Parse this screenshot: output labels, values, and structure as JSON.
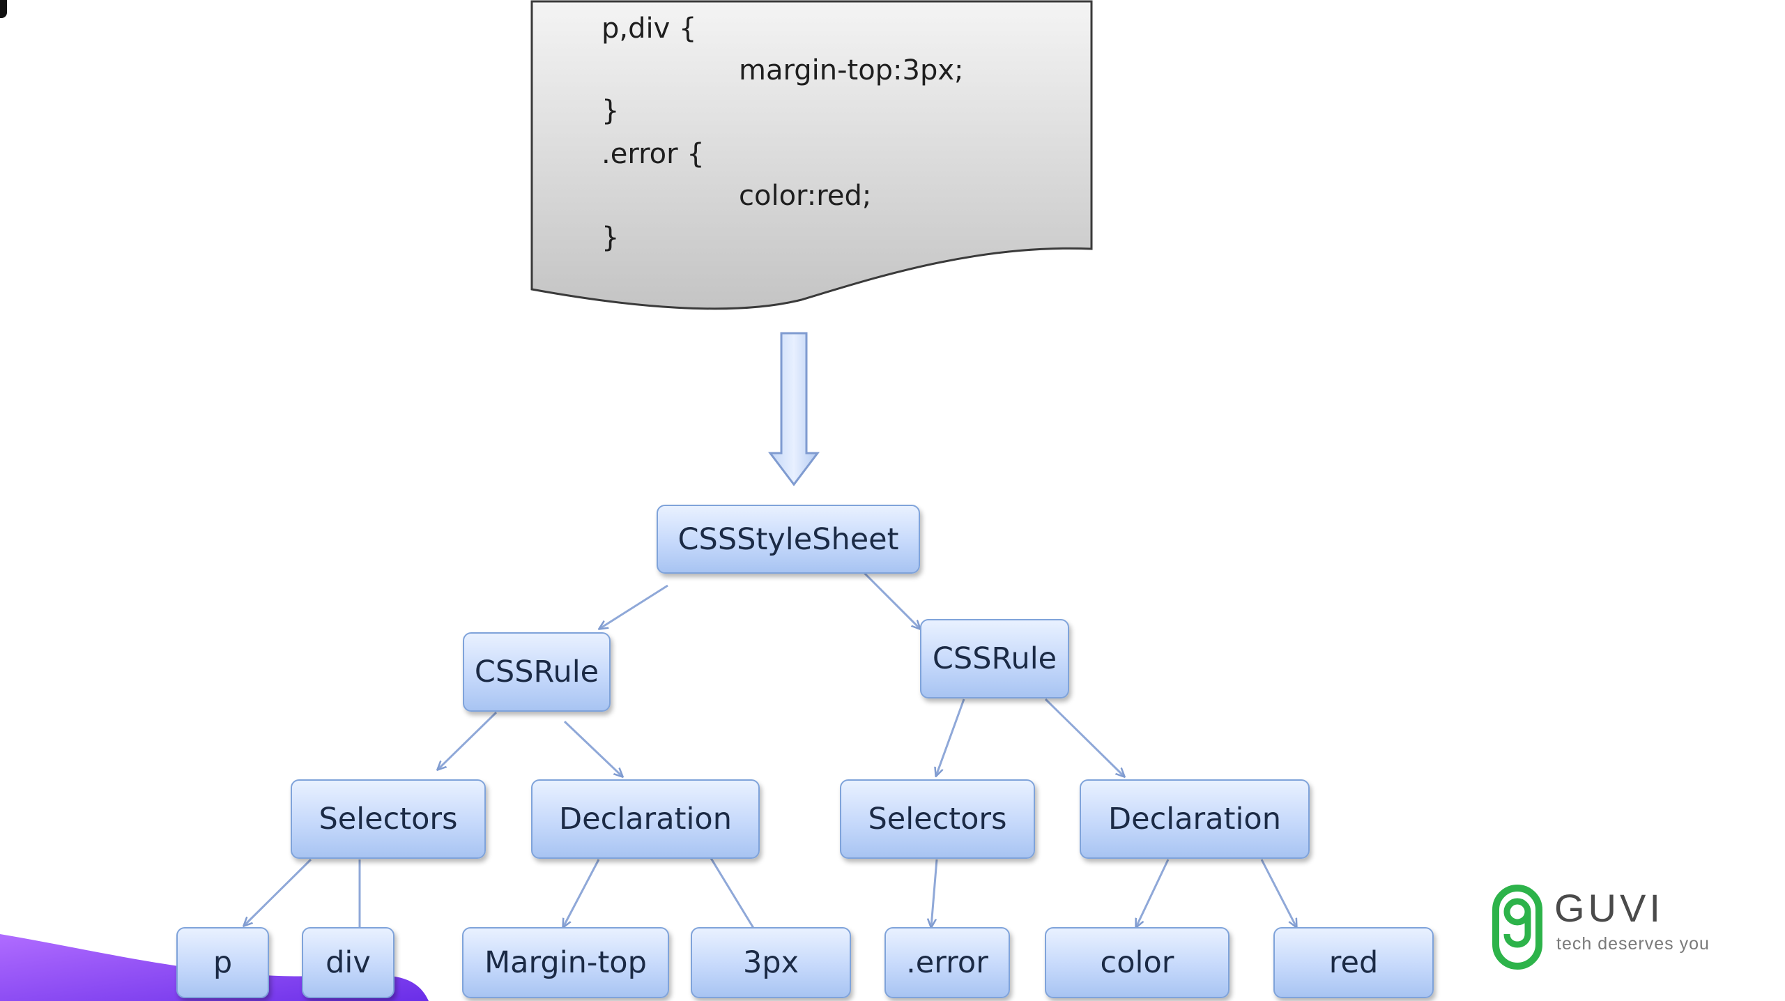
{
  "code_document": {
    "lines": [
      {
        "text": "p,div {",
        "indent": 0
      },
      {
        "text": "margin-top:3px;",
        "indent": 1
      },
      {
        "text": "}",
        "indent": 0
      },
      {
        "text": ".error {",
        "indent": 0
      },
      {
        "text": "color:red;",
        "indent": 1
      },
      {
        "text": "}",
        "indent": 0
      }
    ]
  },
  "tree": {
    "root": "CSSStyleSheet",
    "rules": [
      {
        "label": "CSSRule",
        "children": [
          {
            "label": "Selectors",
            "children": [
              "p",
              "div"
            ]
          },
          {
            "label": "Declaration",
            "children": [
              "Margin-top",
              "3px"
            ]
          }
        ]
      },
      {
        "label": "CSSRule",
        "children": [
          {
            "label": "Selectors",
            "children": [
              ".error"
            ]
          },
          {
            "label": "Declaration",
            "children": [
              "color",
              "red"
            ]
          }
        ]
      }
    ]
  },
  "logo": {
    "name": "GUVI",
    "tagline": "tech deserves you",
    "color": "#2db34a"
  },
  "colors": {
    "node_border": "#7fa3da",
    "node_fill_top": "#e9f1ff",
    "node_fill_bottom": "#a8c4f2",
    "document_fill": "#d8d8d8",
    "arrow_color": "#8fa8d8",
    "accent_purple": "#7b3cf0"
  }
}
